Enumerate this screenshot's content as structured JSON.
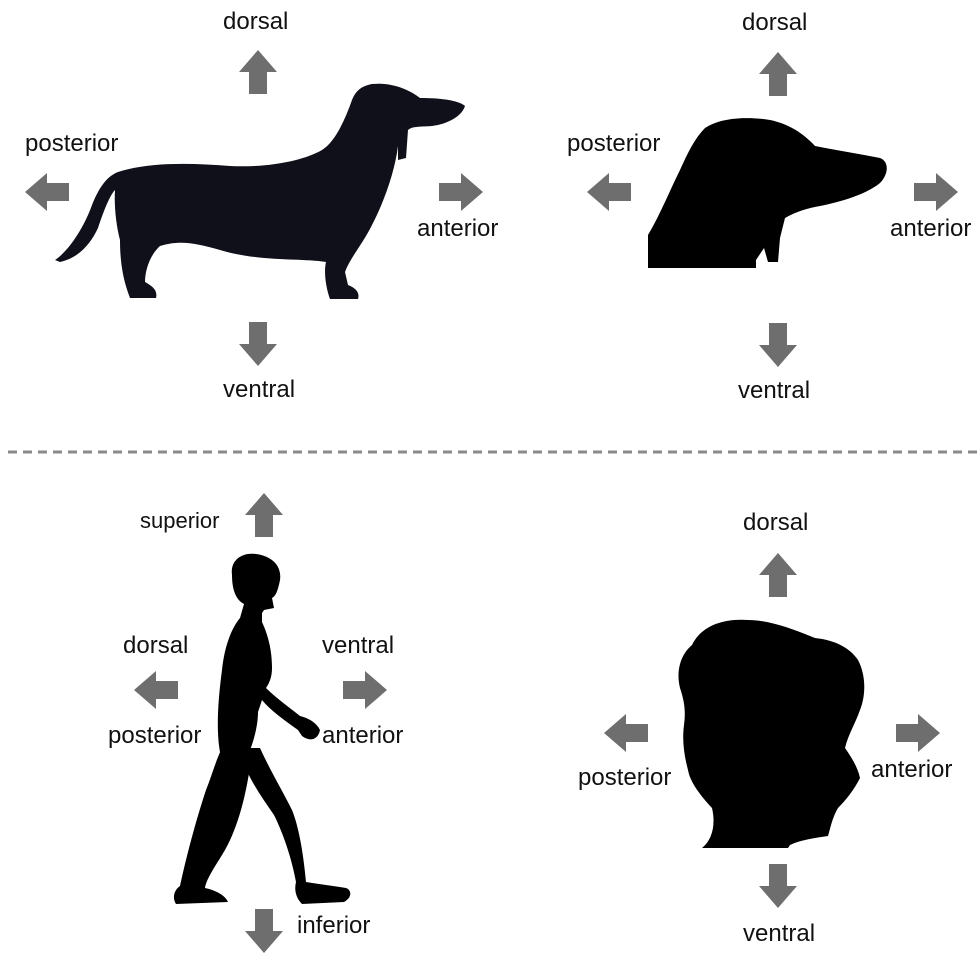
{
  "colors": {
    "silhouette_dog": "#0f1019",
    "silhouette": "#000000",
    "arrow": "#6e6e6e",
    "divider": "#8a8a8a",
    "text": "#111111"
  },
  "panels": {
    "dog_body": {
      "dorsal": "dorsal",
      "ventral": "ventral",
      "posterior": "posterior",
      "anterior": "anterior"
    },
    "dog_head": {
      "dorsal": "dorsal",
      "ventral": "ventral",
      "posterior": "posterior",
      "anterior": "anterior"
    },
    "human_body": {
      "superior": "superior",
      "inferior": "inferior",
      "dorsal": "dorsal",
      "posterior": "posterior",
      "ventral": "ventral",
      "anterior": "anterior"
    },
    "human_head": {
      "dorsal": "dorsal",
      "ventral": "ventral",
      "posterior": "posterior",
      "anterior": "anterior"
    }
  }
}
